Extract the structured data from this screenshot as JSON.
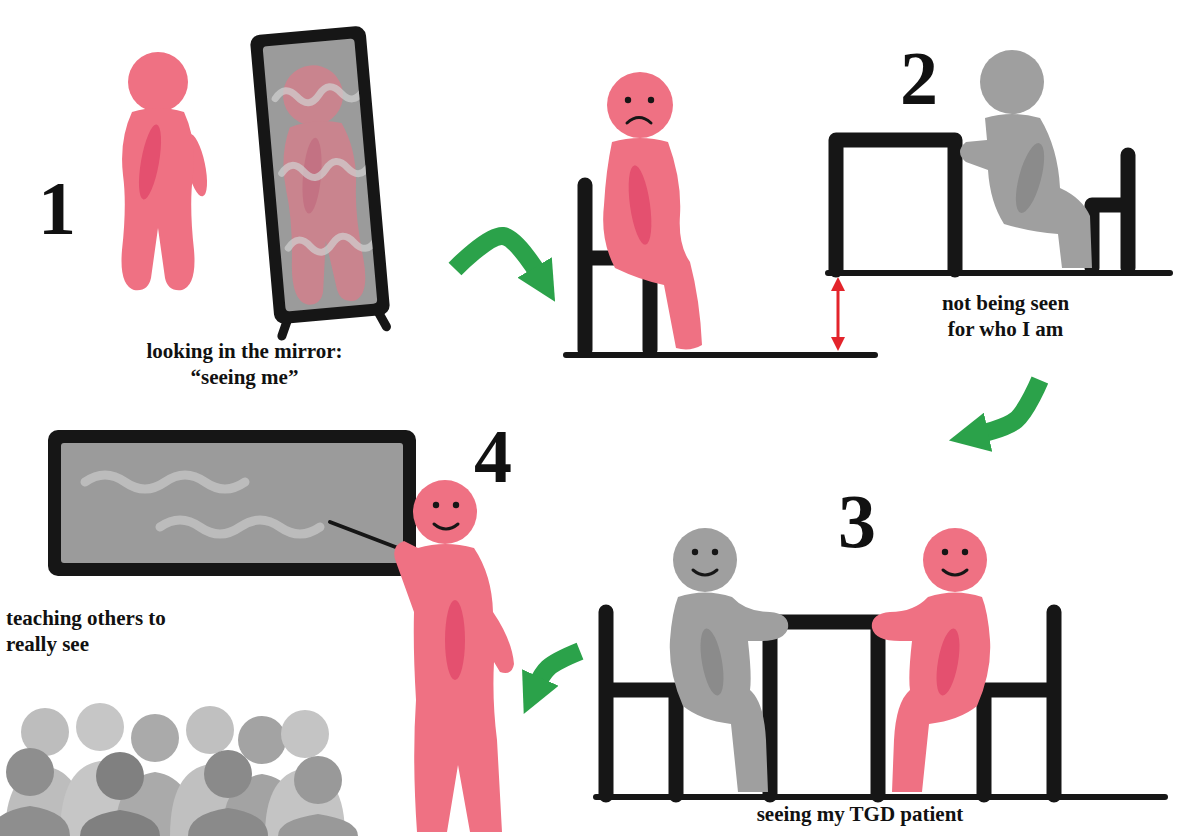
{
  "diagram": {
    "nodes": [
      {
        "text": [
          "1",
          "looking in the mirror: “seeing me”"
        ]
      },
      {
        "text": [
          "2",
          "not being seen for who I am"
        ]
      },
      {
        "text": [
          "3",
          "seeing my TGD patient"
        ]
      },
      {
        "text": [
          "4",
          "teaching others to really see"
        ]
      }
    ],
    "edges": [
      {
        "from": 0,
        "to": 1,
        "arrow": "to"
      },
      {
        "from": 1,
        "to": 2,
        "arrow": "to"
      },
      {
        "from": 2,
        "to": 3,
        "arrow": "to"
      }
    ]
  }
}
